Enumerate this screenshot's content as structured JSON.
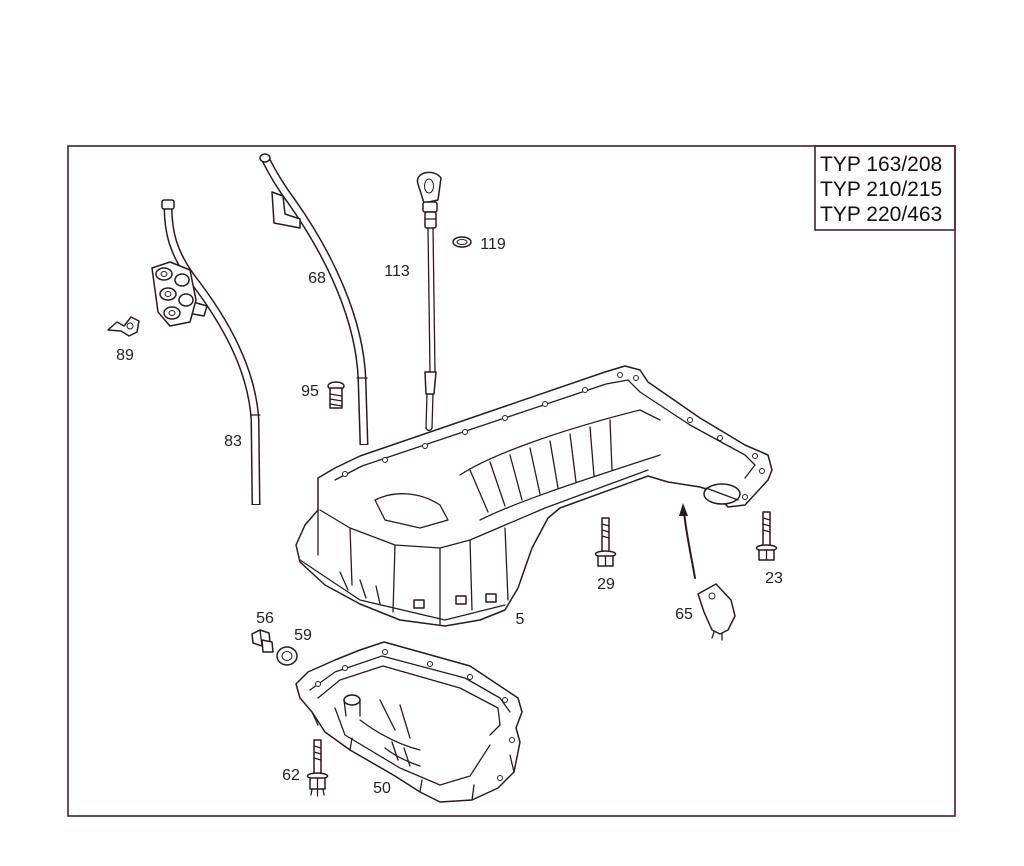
{
  "title_box": {
    "line1": "TYP 163/208",
    "line2": "TYP 210/215",
    "line3": "TYP 220/463"
  },
  "parts": {
    "p89": "89",
    "p83": "83",
    "p68": "68",
    "p113": "113",
    "p119": "119",
    "p95": "95",
    "p5": "5",
    "p29": "29",
    "p23": "23",
    "p65": "65",
    "p56": "56",
    "p59": "59",
    "p62": "62",
    "p50": "50"
  },
  "colors": {
    "line": "#2a1a1e",
    "frame": "#4b2030",
    "background": "#ffffff"
  }
}
